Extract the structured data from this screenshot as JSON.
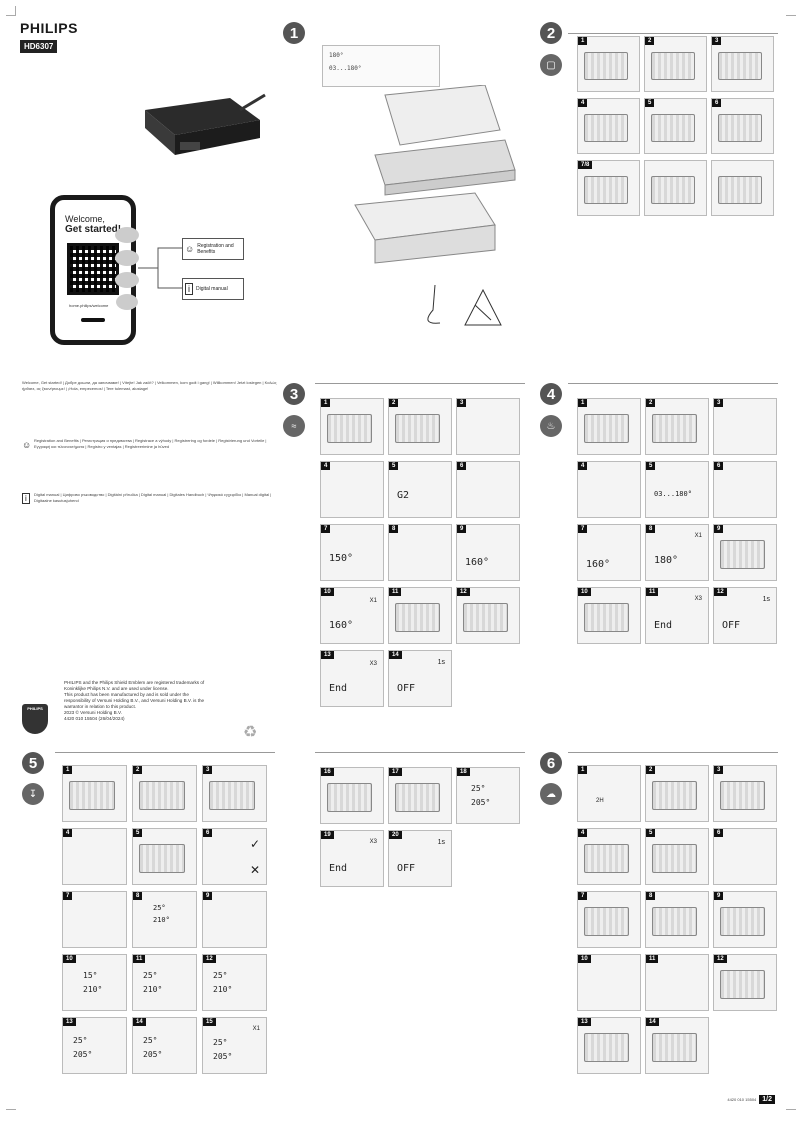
{
  "brand": {
    "name": "PHILIPS",
    "model": "HD6307"
  },
  "phone": {
    "welcome": "Welcome,",
    "started": "Get started!",
    "url": "home.philips/welcome"
  },
  "links": {
    "registration": "Registration and Benefits",
    "manual": "Digital manual"
  },
  "sections": [
    {
      "label": "1"
    },
    {
      "label": "2"
    },
    {
      "label": "3"
    },
    {
      "label": "4"
    },
    {
      "label": "5"
    },
    {
      "label": "6"
    }
  ],
  "section2_panels": [
    "1",
    "2",
    "3",
    "4",
    "5",
    "6",
    "7/8",
    "",
    ""
  ],
  "section3_panels": [
    "1",
    "2",
    "3",
    "4",
    "5",
    "6",
    "7",
    "8",
    "9",
    "10",
    "11",
    "12",
    "13",
    "14"
  ],
  "section4_panels": [
    "1",
    "2",
    "3",
    "4",
    "5",
    "6",
    "7",
    "8",
    "9",
    "10",
    "11",
    "12"
  ],
  "section5_panels": [
    "1",
    "2",
    "3",
    "4",
    "5",
    "6",
    "7",
    "8",
    "9",
    "10",
    "11",
    "12",
    "13",
    "14",
    "15"
  ],
  "section5b_panels": [
    "16",
    "17",
    "18",
    "19",
    "20"
  ],
  "section6_panels": [
    "1",
    "2",
    "3",
    "4",
    "5",
    "6",
    "7",
    "8",
    "9",
    "10",
    "11",
    "12",
    "13",
    "14"
  ],
  "display_readouts": {
    "r1": "G2",
    "r2": "150°",
    "r3": "160°",
    "r4": "End",
    "r5": "OFF",
    "r6": "180°",
    "r7": "03...180°",
    "r8": "205°",
    "r9": "210°",
    "r10": "25°",
    "r11": "15°",
    "x1": "X1",
    "x3": "X3",
    "s1": "1s",
    "h2": "2H"
  },
  "lang_welcome": "Welcome, Get started! | Добре дошли, да започваме! | Vítejte! Jak začít? | Velkommen, kom godt i gang! | Willkommen! Jetzt loslegen | Καλώς ήρθατε, ας ξεκινήσουμε! | ¡Hola, empecemos! | Tere tulemast, alustage!",
  "lang_registration": "Registration and Benefits | Регистрация и предимства | Registrace a výhody | Registrering og fordele | Registrierung und Vorteile | Εγγραφή και πλεονεκτήματα | Registro y ventajas | Registreerimine ja hüved",
  "lang_manual": "Digital manual | Цифрово ръководство | Digitální příručka | Digital manual | Digitales Handbuch | Ψηφιακό εγχειρίδιο | Manual digital | Digitaalne kasutusjuhend",
  "legal": {
    "line1": "PHILIPS and the Philips Shield Emblem are registered trademarks of",
    "line2": "Koninklijke Philips N.V. and are used under license.",
    "line3": "This product has been manufactured by and is sold under the",
    "line4": "responsibility of Versuni Holding B.V., and Versuni Holding B.V. is the",
    "line5": "warrantor in relation to this product.",
    "line6": "2023 © Versuni Holding B.V.",
    "line7": "4420 010 15504 (26/04/2024)"
  },
  "shield_text": "PHILIPS",
  "footer": {
    "code": "4420 010 15504",
    "page": "1/2"
  }
}
